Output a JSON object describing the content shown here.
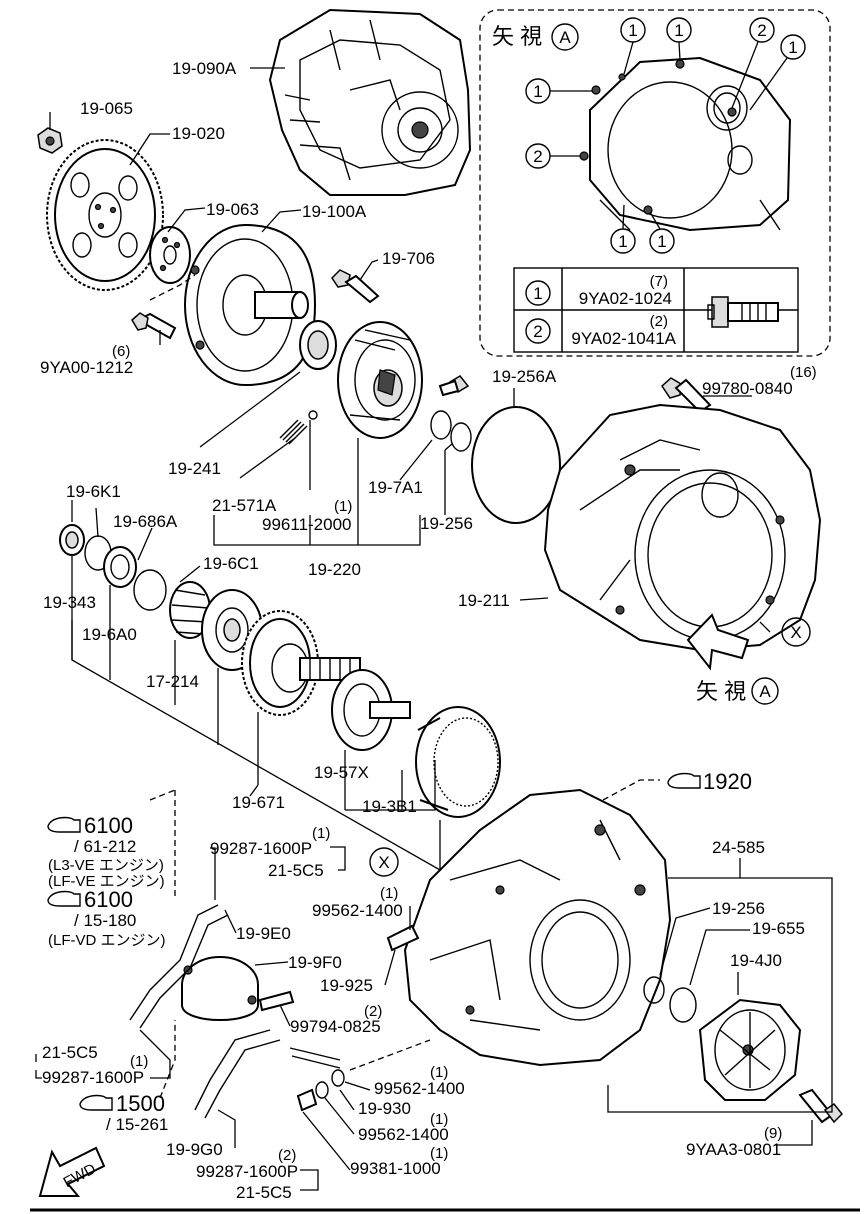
{
  "labels": {
    "transaxle_assy": "19-090A",
    "nut": "19-065",
    "drive_plate": "19-020",
    "backing_plate": "19-063",
    "torque_converter": "19-100A",
    "bolt_706": "19-706",
    "bolt_qty": "(6)",
    "bolt_part": "9YA00-1212",
    "oil_seal_241": "19-241",
    "spring_571a": "21-571A",
    "ball_qty": "(1)",
    "ball_part": "99611-2000",
    "oil_pump_220": "19-220",
    "seal_7a1": "19-7A1",
    "gasket_256a": "19-256A",
    "oring_256_upper": "19-256",
    "bolt_840_qty": "(16)",
    "bolt_840_part": "99780-0840",
    "converter_housing": "19-211",
    "bearing_6k1": "19-6K1",
    "washer_686a": "19-686A",
    "race_6c1": "19-6C1",
    "seal_343": "19-343",
    "shim_6a0": "19-6A0",
    "bearing_17214": "17-214",
    "gear_671": "19-671",
    "drum_57x": "19-57X",
    "drum_3b1": "19-3B1",
    "ref_1920": "1920",
    "ref_6100_a": "6100",
    "ref_6100_a_sub": "/ 61-212",
    "engine_l3ve": "(L3-VE エンジン)",
    "engine_lfve": "(LF-VE エンジン)",
    "ref_6100_b": "6100",
    "ref_6100_b_sub": "/ 15-180",
    "engine_lfvd": "(LF-VD エンジン)",
    "clip_top_qty": "(1)",
    "clip_top_part": "99287-1600P",
    "clip_top_ref": "21-5C5",
    "bolt_1400_top_qty": "(1)",
    "bolt_1400_top_part": "99562-1400",
    "hose_9e0": "19-9E0",
    "cooler_9f0": "19-9F0",
    "pipe_925": "19-925",
    "bolt_0825_qty": "(2)",
    "bolt_0825_part": "99794-0825",
    "clip_left_ref": "21-5C5",
    "clip_left_qty": "(1)",
    "clip_left_part": "99287-1600P",
    "ref_1500": "1500",
    "ref_1500_sub": "/ 15-261",
    "hose_9g0": "19-9G0",
    "washer_1400_mid_qty": "(1)",
    "washer_1400_mid_part": "99562-1400",
    "bolt_930": "19-930",
    "washer_1400_low_qty": "(1)",
    "washer_1400_low_part": "99562-1400",
    "clip_bottom_qty": "(2)",
    "clip_bottom_part": "99287-1600P",
    "plug_1000_qty": "(1)",
    "plug_1000_part": "99381-1000",
    "clip_bottom_ref": "21-5C5",
    "kit_585": "24-585",
    "oring_256_lower": "19-256",
    "seal_655": "19-655",
    "cover_4j0": "19-4J0",
    "bolt_0801_qty": "(9)",
    "bolt_0801_part": "9YAA3-0801",
    "fwd": "FWD",
    "x_marker": "X",
    "view_a_marker": "A"
  },
  "inset": {
    "title": "矢 視",
    "marker": "A",
    "callout_1": "1",
    "callout_2": "2",
    "row1_no": "1",
    "row1_qty": "(7)",
    "row1_part": "9YA02-1024",
    "row2_no": "2",
    "row2_qty": "(2)",
    "row2_part": "9YA02-1041A"
  },
  "view_arrow": {
    "text": "矢 視",
    "marker": "A"
  }
}
